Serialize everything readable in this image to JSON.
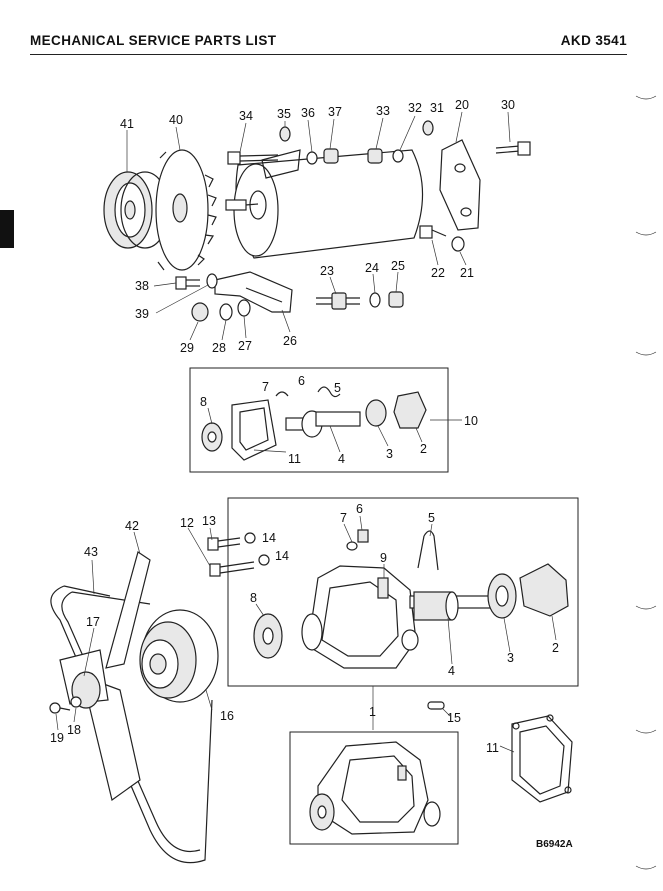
{
  "header": {
    "title": "MECHANICAL SERVICE PARTS LIST",
    "code": "AKD 3541"
  },
  "figure": {
    "ref": "B6942A"
  },
  "callouts": {
    "c41": "41",
    "c40": "40",
    "c34": "34",
    "c35": "35",
    "c36": "36",
    "c37": "37",
    "c33": "33",
    "c32": "32",
    "c31": "31",
    "c20": "20",
    "c30": "30",
    "c23": "23",
    "c24": "24",
    "c25": "25",
    "c22": "22",
    "c21": "21",
    "c38": "38",
    "c39": "39",
    "c29": "29",
    "c28": "28",
    "c27": "27",
    "c26": "26",
    "b7": "7",
    "b6": "6",
    "b5": "5",
    "b8": "8",
    "b10": "10",
    "b11": "11",
    "b4": "4",
    "b3": "3",
    "b2": "2",
    "f42": "42",
    "f43": "43",
    "f13": "13",
    "f12": "12",
    "f14a": "14",
    "f14b": "14",
    "f17": "17",
    "f18": "18",
    "f19": "19",
    "f16": "16",
    "w7": "7",
    "w6": "6",
    "w5": "5",
    "w9": "9",
    "w8": "8",
    "w4": "4",
    "w3": "3",
    "w2": "2",
    "w1": "1",
    "w15": "15",
    "w11": "11"
  }
}
